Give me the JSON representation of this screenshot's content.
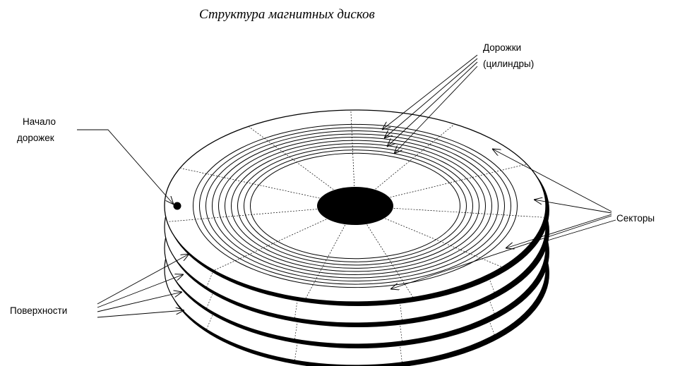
{
  "title": "Структура магнитных дисков",
  "labels": {
    "tracks_line1": "Дорожки",
    "tracks_line2": "(цилиндры)",
    "track_start_line1": "Начало",
    "track_start_line2": "дорожек",
    "sectors": "Секторы",
    "surfaces": "Поверхности"
  },
  "colors": {
    "ink": "#000000",
    "paper": "#ffffff"
  },
  "disk_count": 4,
  "track_count": 10,
  "sector_count": 11
}
